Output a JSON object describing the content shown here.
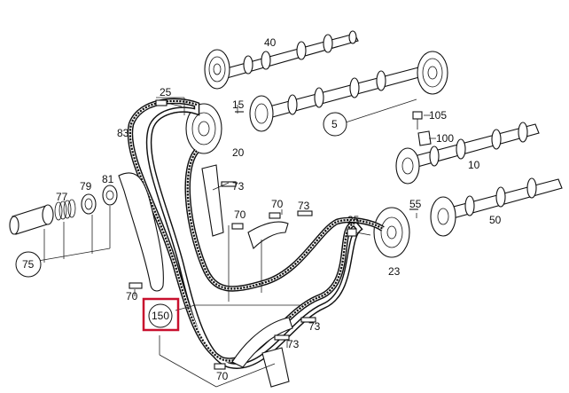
{
  "labels": {
    "l40": "40",
    "l25a": "25",
    "l15": "15",
    "l5": "5",
    "l105": "105",
    "l100": "100",
    "l83": "83",
    "l20": "20",
    "l10": "10",
    "l73a": "73",
    "l77": "77",
    "l79": "79",
    "l81": "81",
    "l70a": "70",
    "l70b": "70",
    "l73b": "73",
    "l25b": "25",
    "l55": "55",
    "l50": "50",
    "l75": "75",
    "l23": "23",
    "l70c": "70",
    "l150": "150",
    "l73c": "73",
    "l73d": "73",
    "l70d": "70"
  },
  "highlight": {
    "label": "150",
    "color": "#c8102e"
  }
}
